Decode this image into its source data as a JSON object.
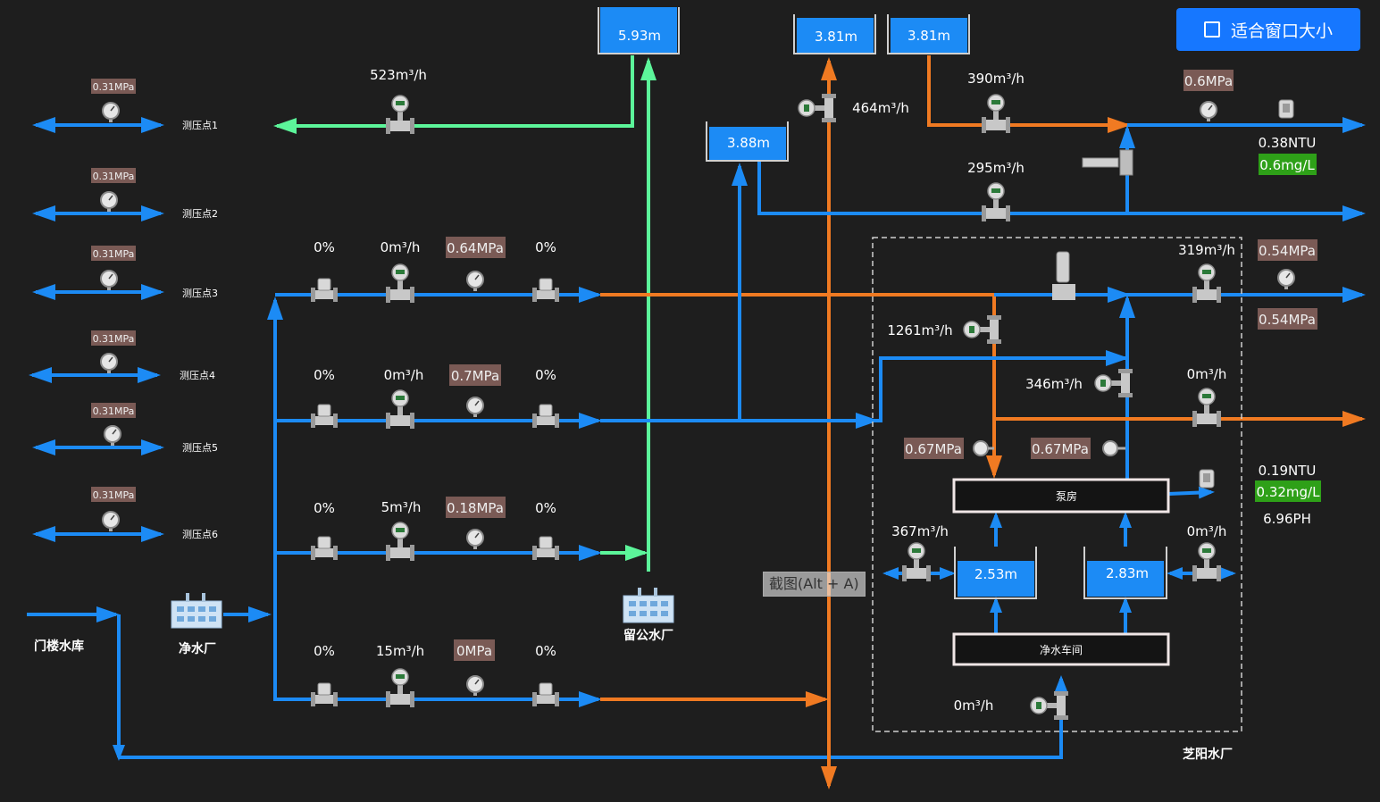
{
  "toolbar": {
    "fit_window_label": "适合窗口大小"
  },
  "tooltip": {
    "screenshot_hint": "截图(Alt + A)"
  },
  "colors": {
    "background": "#1e1e1e",
    "pipe_blue": "#1c8bf5",
    "pipe_orange": "#f07a22",
    "pipe_green": "#5cf59a",
    "pressure_badge": "#7a5a55",
    "quality_badge": "#2ea018"
  },
  "pressure_points": [
    {
      "label": "测压点1",
      "pressure": "0.31MPa"
    },
    {
      "label": "测压点2",
      "pressure": "0.31MPa"
    },
    {
      "label": "测压点3",
      "pressure": "0.31MPa"
    },
    {
      "label": "测压点4",
      "pressure": "0.31MPa"
    },
    {
      "label": "测压点5",
      "pressure": "0.31MPa"
    },
    {
      "label": "测压点6",
      "pressure": "0.31MPa"
    }
  ],
  "tanks": {
    "liugong_tank": "5.93m",
    "tank_a": "3.81m",
    "tank_b": "3.81m",
    "tank_c": "3.88m",
    "pool_left": "2.53m",
    "pool_right": "2.83m"
  },
  "plants": {
    "menlou": "门楼水库",
    "jingshuichang": "净水厂",
    "liugong": "留公水厂",
    "zhiyang": "芝阳水厂",
    "pump_house": "泵房",
    "purify_workshop": "净水车间"
  },
  "lines": [
    {
      "valve_in": "0%",
      "flow": "0m³/h",
      "pressure": "0.64MPa",
      "valve_out": "0%"
    },
    {
      "valve_in": "0%",
      "flow": "0m³/h",
      "pressure": "0.7MPa",
      "valve_out": "0%"
    },
    {
      "valve_in": "0%",
      "flow": "5m³/h",
      "pressure": "0.18MPa",
      "valve_out": "0%"
    },
    {
      "valve_in": "0%",
      "flow": "15m³/h",
      "pressure": "0MPa",
      "valve_out": "0%"
    }
  ],
  "flows": {
    "f523": "523m³/h",
    "f464": "464m³/h",
    "f390": "390m³/h",
    "f295": "295m³/h",
    "f319": "319m³/h",
    "f1261": "1261m³/h",
    "f346": "346m³/h",
    "f0_right": "0m³/h",
    "f367": "367m³/h",
    "f0_pool": "0m³/h",
    "f0_bottom": "0m³/h"
  },
  "readings": {
    "p_top_right": "0.6MPa",
    "ntu_top": "0.38NTU",
    "chlorine_top": "0.6mg/L",
    "p_mid_right_1": "0.54MPa",
    "p_mid_right_2": "0.54MPa",
    "p_pump_left": "0.67MPa",
    "p_pump_right": "0.67MPa",
    "ntu_bottom": "0.19NTU",
    "chlorine_bottom": "0.32mg/L",
    "ph_bottom": "6.96PH"
  }
}
